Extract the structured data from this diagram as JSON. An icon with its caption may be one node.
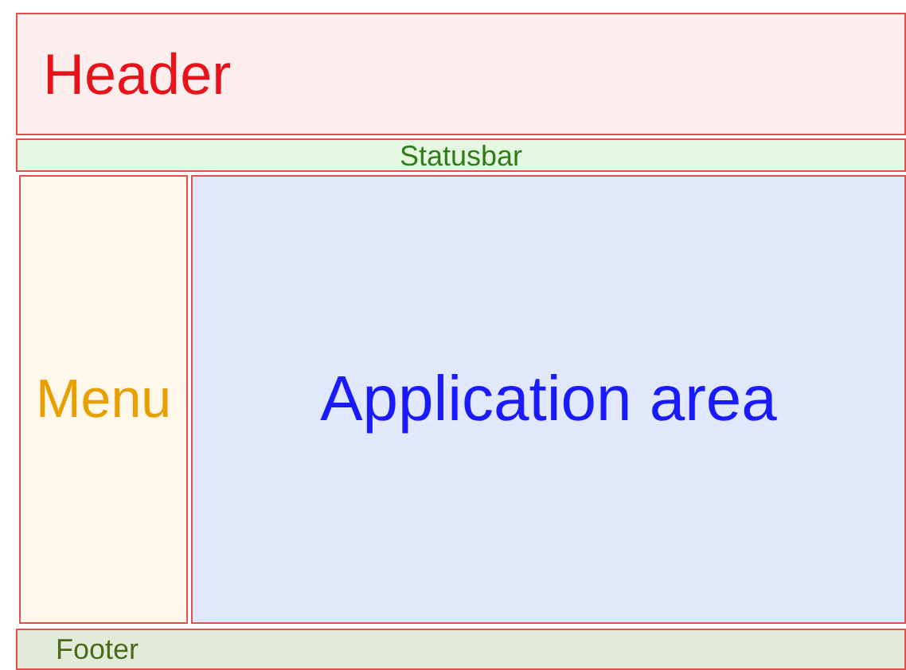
{
  "diagram": {
    "nodes": [
      {
        "text": [
          "Header"
        ]
      },
      {
        "text": [
          "Statusbar"
        ]
      },
      {
        "text": [
          "Menu"
        ]
      },
      {
        "text": [
          "Application area"
        ]
      },
      {
        "text": [
          "Footer"
        ]
      }
    ]
  }
}
